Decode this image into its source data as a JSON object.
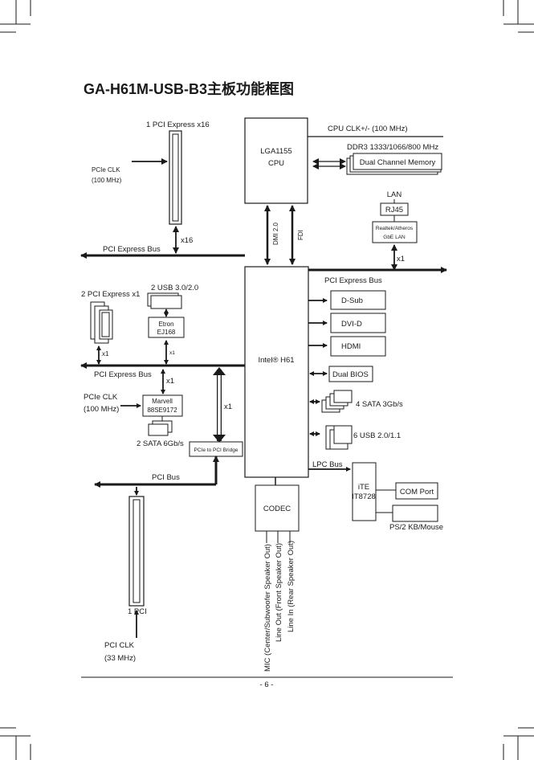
{
  "title": "GA-H61M-USB-B3主板功能框图",
  "page_number": "- 6 -",
  "cpu": {
    "line1": "LGA1155",
    "line2": "CPU",
    "clk": "CPU CLK+/- (100 MHz)"
  },
  "memory": {
    "spec": "DDR3 1333/1066/800 MHz",
    "label": "Dual Channel Memory"
  },
  "lan": {
    "label": "LAN",
    "connector": "RJ45",
    "chip_line1": "Realtek/Atheros",
    "chip_line2": "GbE LAN",
    "link": "x1"
  },
  "chipset": {
    "name": "Intel® H61",
    "dmi": "DMI 2.0",
    "fdi": "FDI"
  },
  "pcie_x16": {
    "slot": "1 PCI Express x16",
    "clk_line1": "PCIe CLK",
    "clk_line2": "(100 MHz)",
    "link": "x16",
    "bus": "PCI Express Bus"
  },
  "right_bus": {
    "label": "PCI Express Bus",
    "items": [
      "D-Sub",
      "DVI-D",
      "HDMI"
    ]
  },
  "dual_bios": "Dual BIOS",
  "sata_3g": "4 SATA 3Gb/s",
  "usb2": "6 USB 2.0/1.1",
  "lpc": {
    "bus": "LPC Bus",
    "chip_line1": "iTE",
    "chip_line2": "IT8728",
    "com": "COM Port",
    "ps2": "PS/2 KB/Mouse"
  },
  "pcie_x1": {
    "slots": "2 PCI Express x1",
    "link": "x1"
  },
  "usb3": {
    "label": "2 USB 3.0/2.0",
    "chip_line1": "Etron",
    "chip_line2": "EJ168",
    "link": "x1"
  },
  "pcie_bus2": "PCI Express Bus",
  "marvell": {
    "clk_line1": "PCIe CLK",
    "clk_line2": "(100 MHz)",
    "chip_line1": "Marvell",
    "chip_line2": "88SE9172",
    "link": "x1",
    "sata": "2 SATA 6Gb/s"
  },
  "bridge": {
    "label": "PCIe to PCI Bridge",
    "link": "x1"
  },
  "pci": {
    "bus": "PCI Bus",
    "slot": "1 PCI",
    "clk_line1": "PCI CLK",
    "clk_line2": "(33 MHz)"
  },
  "codec": {
    "label": "CODEC",
    "outputs": [
      "MIC (Center/Subwoofer Speaker Out)",
      "Line Out (Front Speaker Out)",
      "Line In (Rear Speaker Out)"
    ]
  }
}
